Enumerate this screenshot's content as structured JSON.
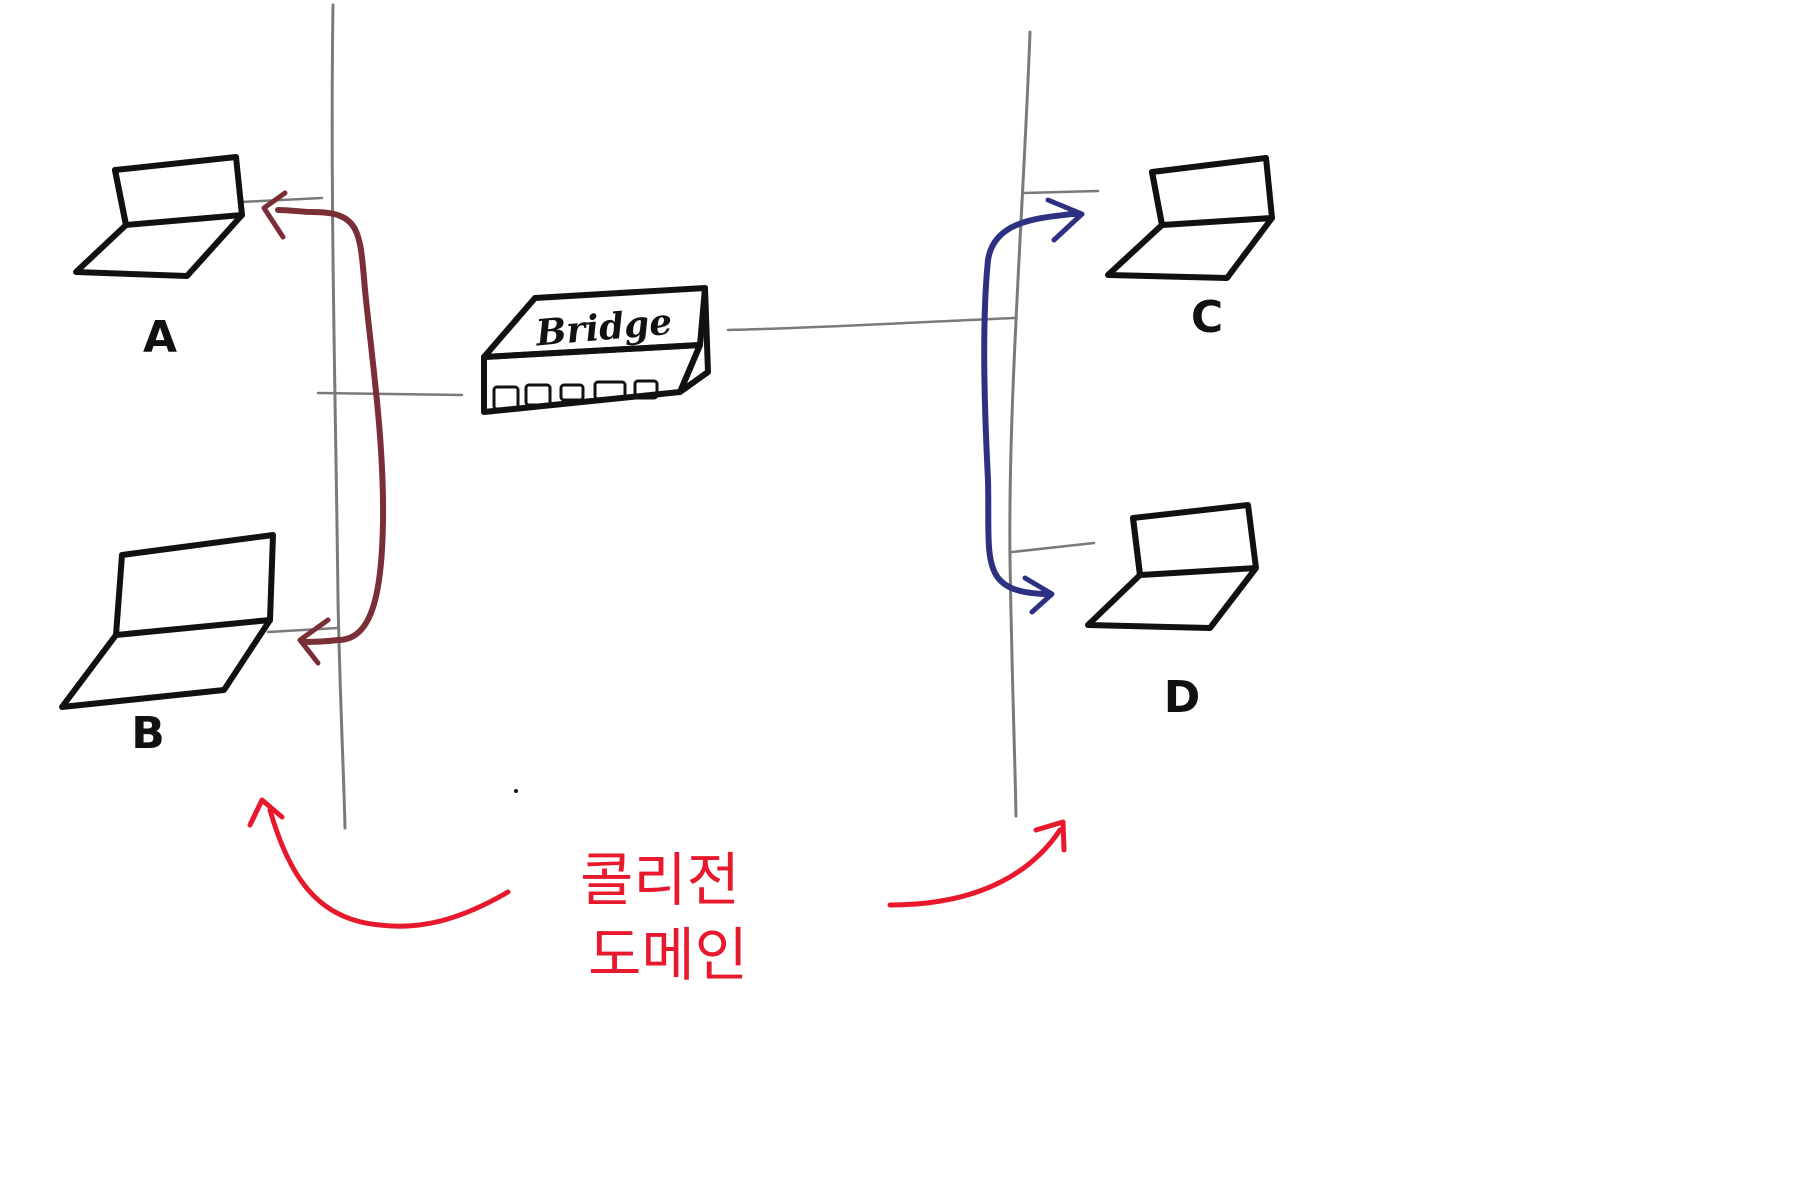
{
  "nodes": {
    "a": {
      "label": "A"
    },
    "b": {
      "label": "B"
    },
    "c": {
      "label": "C"
    },
    "d": {
      "label": "D"
    }
  },
  "bridge": {
    "label": "Bridge"
  },
  "collision_domain": {
    "line1": "콜리전",
    "line2": "도메인"
  },
  "colors": {
    "left_flow": "#7a2e35",
    "right_flow": "#2e3182",
    "annotation": "#e8192c",
    "segment": "#7a7a7a",
    "outline": "#111111"
  }
}
